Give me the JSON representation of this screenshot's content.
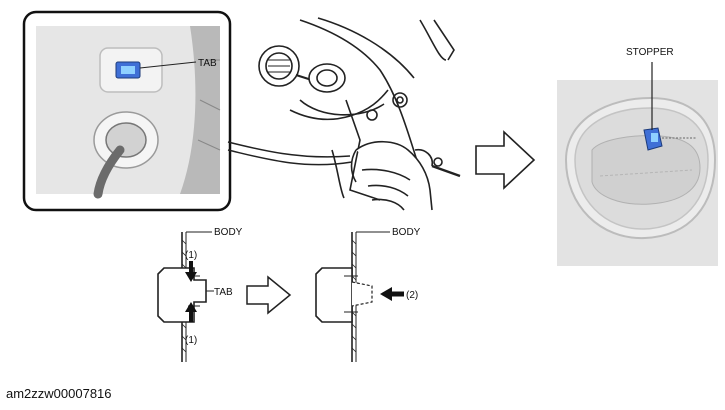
{
  "labels": {
    "tab_inset": "TAB",
    "stopper": "STOPPER",
    "body_left": "BODY",
    "body_right": "BODY",
    "tab_detail": "TAB",
    "callout_1_top": "(1)",
    "callout_1_bottom": "(1)",
    "callout_2": "(2)"
  },
  "document_id": "am2zzw00007816",
  "icons": [
    "flow-arrow-icon",
    "push-arrow-icon"
  ],
  "colors": {
    "clip_blue": "#3f6fd6",
    "clip_blue_light": "#8fd0ff",
    "panel_gray": "#e3e3e3",
    "line": "#222222"
  }
}
